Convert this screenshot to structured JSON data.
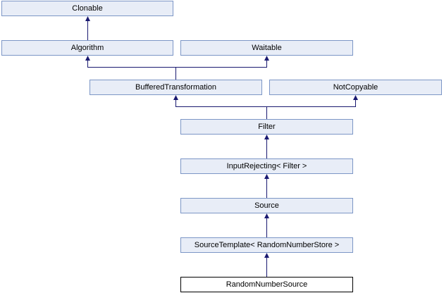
{
  "diagram": {
    "kind": "class-inheritance-diagram",
    "nodes": {
      "clonable": {
        "label": "Clonable"
      },
      "algorithm": {
        "label": "Algorithm"
      },
      "waitable": {
        "label": "Waitable"
      },
      "buffered": {
        "label": "BufferedTransformation"
      },
      "notcopyable": {
        "label": "NotCopyable"
      },
      "filter": {
        "label": "Filter"
      },
      "inputrejecting": {
        "label": "InputRejecting< Filter >"
      },
      "source": {
        "label": "Source"
      },
      "sourcetemplate": {
        "label": "SourceTemplate< RandomNumberStore >"
      },
      "randomnumbersource": {
        "label": "RandomNumberSource"
      }
    },
    "edges": [
      {
        "from": "Algorithm",
        "to": "Clonable"
      },
      {
        "from": "BufferedTransformation",
        "to": "Algorithm"
      },
      {
        "from": "BufferedTransformation",
        "to": "Waitable"
      },
      {
        "from": "Filter",
        "to": "BufferedTransformation"
      },
      {
        "from": "Filter",
        "to": "NotCopyable"
      },
      {
        "from": "InputRejecting< Filter >",
        "to": "Filter"
      },
      {
        "from": "Source",
        "to": "InputRejecting< Filter >"
      },
      {
        "from": "SourceTemplate< RandomNumberStore >",
        "to": "Source"
      },
      {
        "from": "RandomNumberSource",
        "to": "SourceTemplate< RandomNumberStore >"
      }
    ],
    "colors": {
      "bg": "#ffffff",
      "node_fill": "#e8edf7",
      "node_border": "#7c96c6",
      "current_fill": "#ffffff",
      "current_border": "#000000",
      "edge": "#191970",
      "text": "#000000"
    }
  }
}
